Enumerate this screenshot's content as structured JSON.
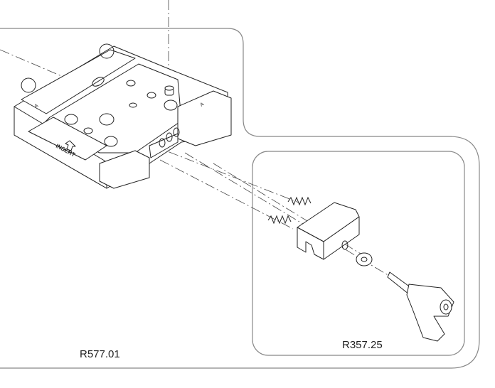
{
  "drawing": {
    "title": "Exploded assembly view",
    "base_assembly_label": "R577.01",
    "latch_assembly_label": "R357.25",
    "insert_marking": "INSERT",
    "arrow_marking_left": "A",
    "arrow_marking_right": "A"
  }
}
